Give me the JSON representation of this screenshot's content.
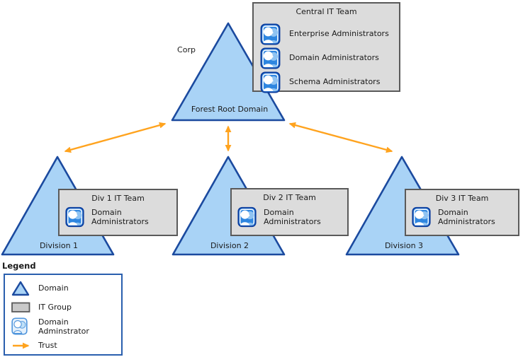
{
  "diagram": {
    "corp_label": "Corp",
    "root_label": "Forest Root Domain",
    "central_team": {
      "title": "Central IT Team",
      "members": [
        "Enterprise Administrators",
        "Domain Administrators",
        "Schema Administrators"
      ]
    },
    "divisions": [
      {
        "name": "Division 1",
        "team_title": "Div 1 IT Team",
        "member": "Domain Administrators"
      },
      {
        "name": "Division 2",
        "team_title": "Div 2 IT Team",
        "member": "Domain Administrators"
      },
      {
        "name": "Division 3",
        "team_title": "Div 3 IT Team",
        "member": "Domain Administrators"
      }
    ],
    "legend": {
      "title": "Legend",
      "items": [
        {
          "icon": "domain-triangle-icon",
          "label": "Domain"
        },
        {
          "icon": "it-group-icon",
          "label": "IT Group"
        },
        {
          "icon": "domain-administrator-icon",
          "label": "Domain Adminstrator"
        },
        {
          "icon": "trust-arrow-icon",
          "label": "Trust"
        }
      ]
    },
    "colors": {
      "domain_fill": "#A9D3F6",
      "domain_border": "#1B4A9F",
      "group_fill": "#DCDCDC",
      "group_border": "#5A5A5A",
      "trust_arrow": "#FFA31E",
      "legend_border": "#2A5FAE"
    }
  }
}
